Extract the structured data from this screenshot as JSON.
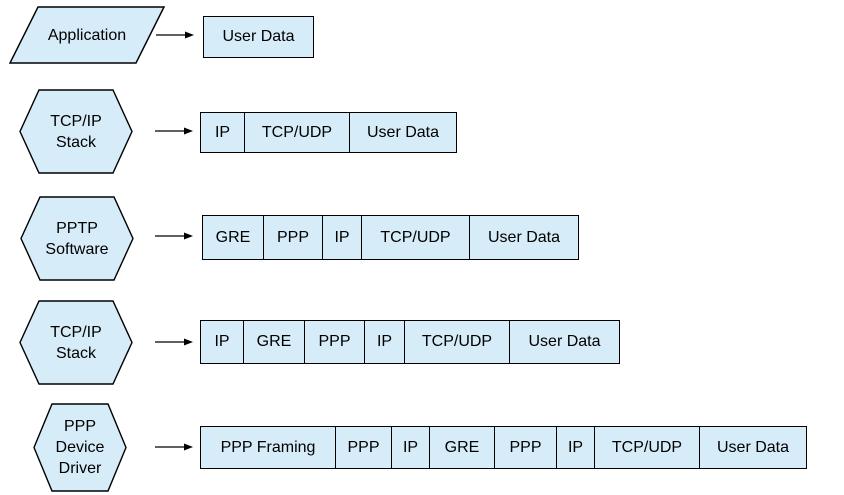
{
  "colors": {
    "shape_fill": "#d6ecf8",
    "shape_border": "#000000",
    "text": "#000000",
    "background": "#ffffff"
  },
  "rows": [
    {
      "stage": {
        "shape": "parallelogram",
        "lines": [
          "Application"
        ]
      },
      "cells": [
        "User Data"
      ]
    },
    {
      "stage": {
        "shape": "hexagon",
        "lines": [
          "TCP/IP",
          "Stack"
        ]
      },
      "cells": [
        "IP",
        "TCP/UDP",
        "User Data"
      ]
    },
    {
      "stage": {
        "shape": "hexagon",
        "lines": [
          "PPTP",
          "Software"
        ]
      },
      "cells": [
        "GRE",
        "PPP",
        "IP",
        "TCP/UDP",
        "User Data"
      ]
    },
    {
      "stage": {
        "shape": "hexagon",
        "lines": [
          "TCP/IP",
          "Stack"
        ]
      },
      "cells": [
        "IP",
        "GRE",
        "PPP",
        "IP",
        "TCP/UDP",
        "User Data"
      ]
    },
    {
      "stage": {
        "shape": "hexagon",
        "lines": [
          "PPP",
          "Device",
          "Driver"
        ]
      },
      "cells": [
        "PPP Framing",
        "PPP",
        "IP",
        "GRE",
        "PPP",
        "IP",
        "TCP/UDP",
        "User Data"
      ]
    }
  ]
}
